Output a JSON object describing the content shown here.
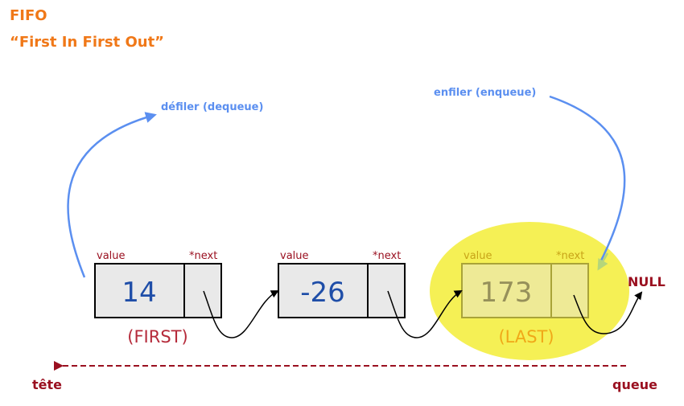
{
  "title": {
    "line1": "FIFO",
    "line2": "“First In First Out”"
  },
  "operations": {
    "dequeue": "défiler (dequeue)",
    "enqueue": "enfiler (enqueue)"
  },
  "nodes": [
    {
      "value_label": "value",
      "next_label": "*next",
      "value": "14",
      "tag": "(FIRST)"
    },
    {
      "value_label": "value",
      "next_label": "*next",
      "value": "-26",
      "tag": ""
    },
    {
      "value_label": "value",
      "next_label": "*next",
      "value": "173",
      "tag": "(LAST)"
    }
  ],
  "null_label": "NULL",
  "ends": {
    "head": "tête",
    "tail": "queue"
  },
  "colors": {
    "title": "#f07818",
    "operation_arrow": "#5b8ff0",
    "link_arrow": "#000000",
    "highlight": "#f5f055",
    "axis": "#9a1020",
    "node_fill": "#e9e9e9"
  }
}
